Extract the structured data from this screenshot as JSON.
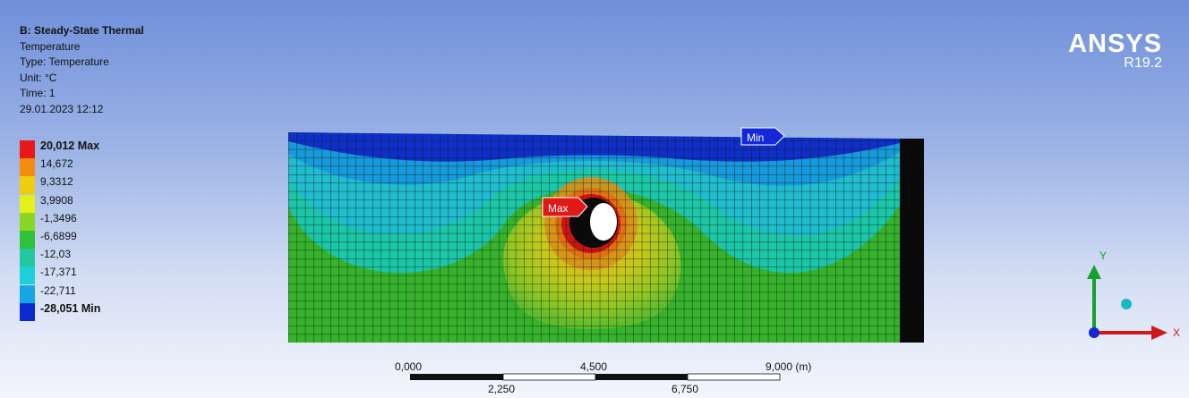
{
  "info": {
    "title": "B: Steady-State Thermal",
    "result": "Temperature",
    "type": "Type: Temperature",
    "unit": "Unit: °C",
    "time": "Time: 1",
    "date": "29.01.2023 12:12"
  },
  "legend": [
    {
      "label": "20,012 Max",
      "color": "#e81818",
      "bold": true
    },
    {
      "label": "14,672",
      "color": "#f48c0c",
      "bold": false
    },
    {
      "label": "9,3312",
      "color": "#f0cc10",
      "bold": false
    },
    {
      "label": "3,9908",
      "color": "#e4f018",
      "bold": false
    },
    {
      "label": "-1,3496",
      "color": "#8ad624",
      "bold": false
    },
    {
      "label": "-6,6899",
      "color": "#2cc23a",
      "bold": false
    },
    {
      "label": "-12,03",
      "color": "#22c8a0",
      "bold": false
    },
    {
      "label": "-17,371",
      "color": "#1ed0d8",
      "bold": false
    },
    {
      "label": "-22,711",
      "color": "#16a6e6",
      "bold": false
    },
    {
      "label": "-28,051 Min",
      "color": "#0a2ad0",
      "bold": true
    }
  ],
  "brand": {
    "name": "ANSYS",
    "version": "R19.2"
  },
  "probes": {
    "max": "Max",
    "min": "Min"
  },
  "scale_bar": {
    "top_labels": [
      "0,000",
      "4,500",
      "9,000 (m)"
    ],
    "bottom_labels": [
      "2,250",
      "6,750"
    ]
  },
  "triad": {
    "y": "Y",
    "x": "X"
  },
  "colors": {
    "max_probe": "#e01818",
    "min_probe": "#1428d8",
    "accent_green": "#16a02c",
    "accent_red": "#d01818"
  }
}
